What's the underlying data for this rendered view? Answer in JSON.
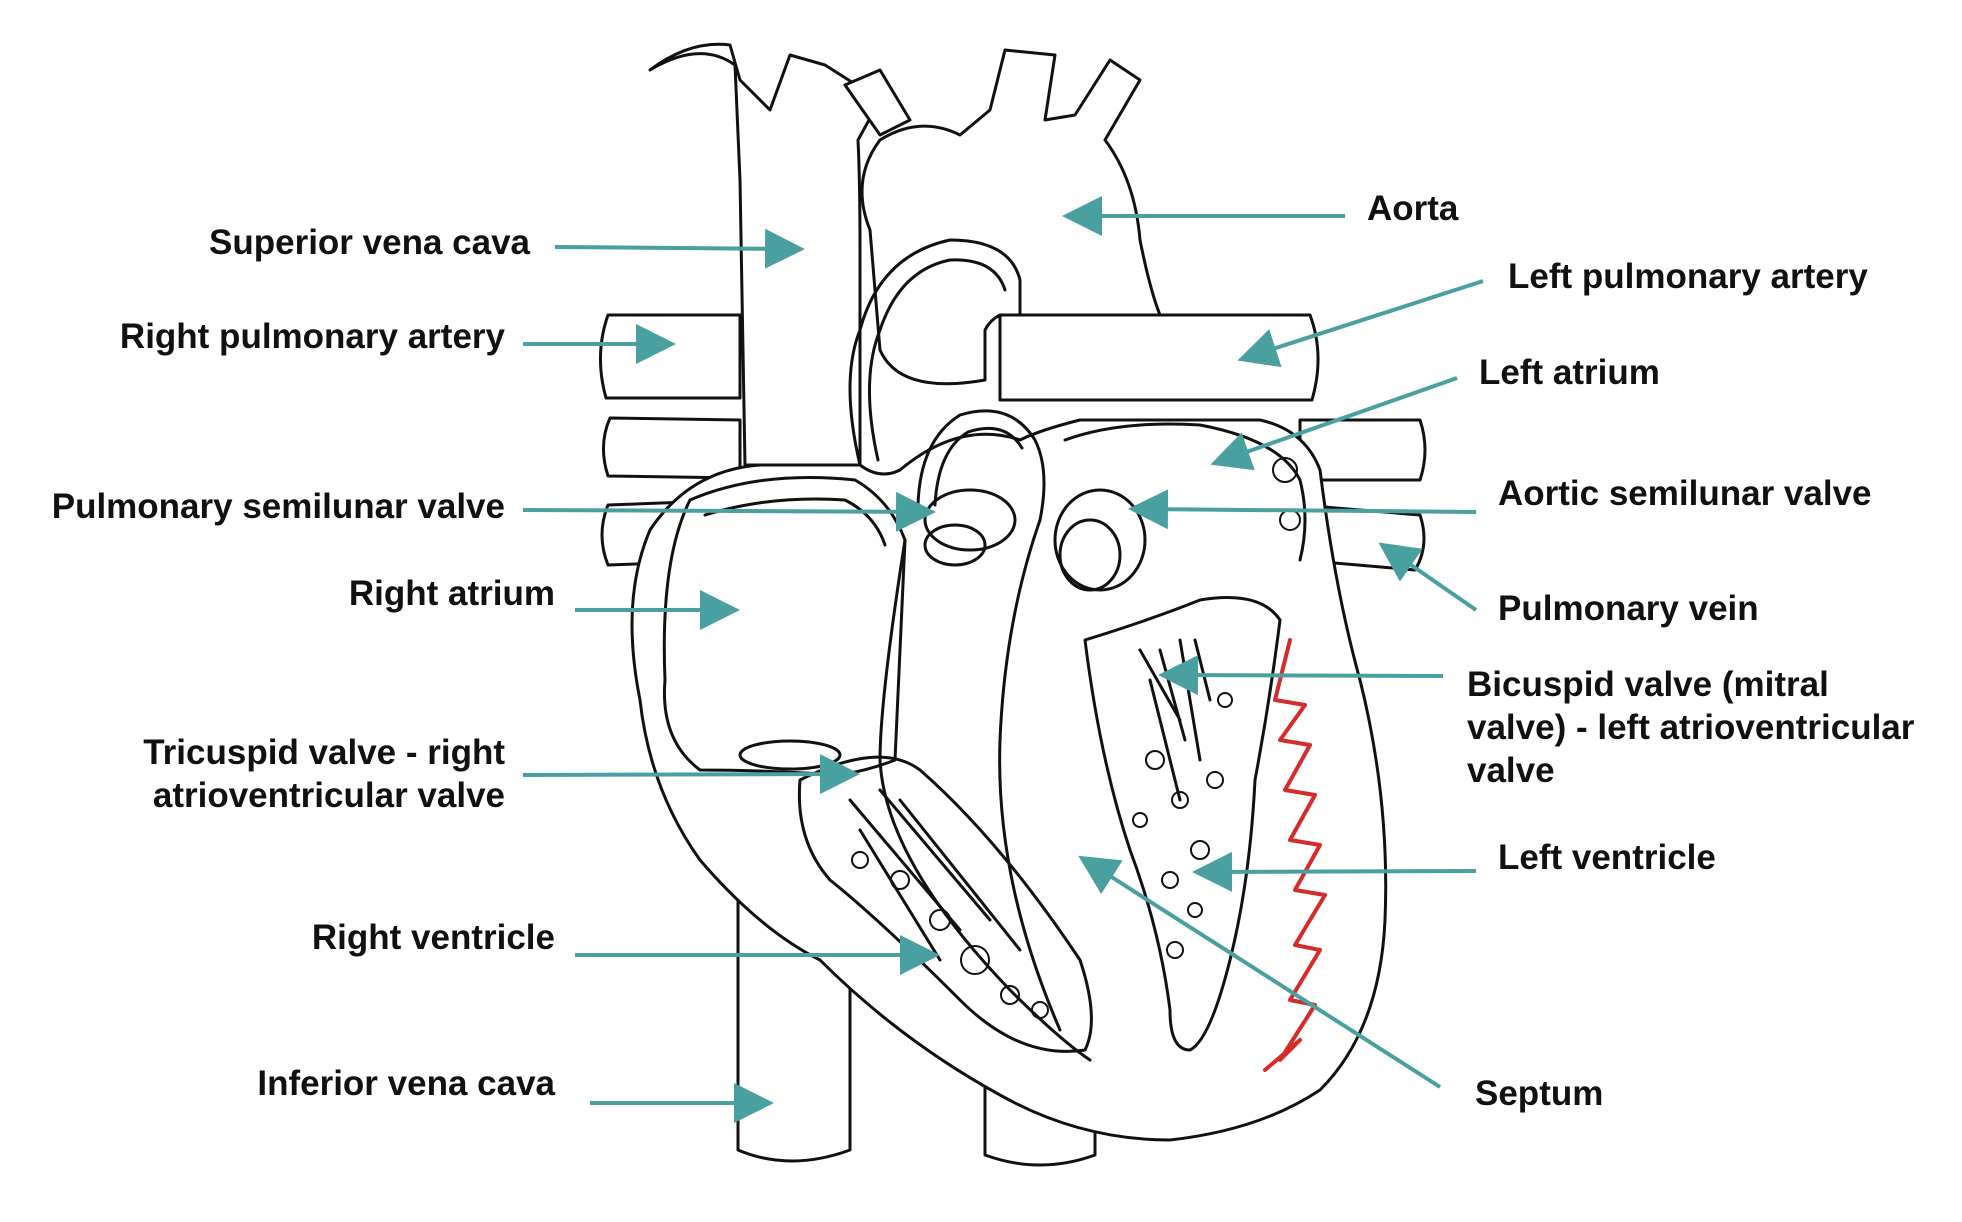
{
  "diagram": {
    "arrow_color": "#4a9fa0",
    "outline_color": "#111111",
    "septum_mark_color": "#d62b2b",
    "labels": {
      "superior_vena_cava": "Superior vena cava",
      "right_pulmonary_artery": "Right pulmonary artery",
      "pulmonary_semilunar_valve": "Pulmonary semilunar valve",
      "right_atrium": "Right atrium",
      "tricuspid_valve_line1": "Tricuspid valve - right",
      "tricuspid_valve_line2": "atrioventricular valve",
      "right_ventricle": "Right ventricle",
      "inferior_vena_cava": "Inferior vena cava",
      "aorta": "Aorta",
      "left_pulmonary_artery": "Left pulmonary artery",
      "left_atrium": "Left atrium",
      "aortic_semilunar_valve": "Aortic semilunar valve",
      "pulmonary_vein": "Pulmonary vein",
      "bicuspid_valve_line1": "Bicuspid valve (mitral",
      "bicuspid_valve_line2": "valve) - left atrioventricular",
      "bicuspid_valve_line3": "valve",
      "left_ventricle": "Left ventricle",
      "septum": "Septum"
    }
  }
}
